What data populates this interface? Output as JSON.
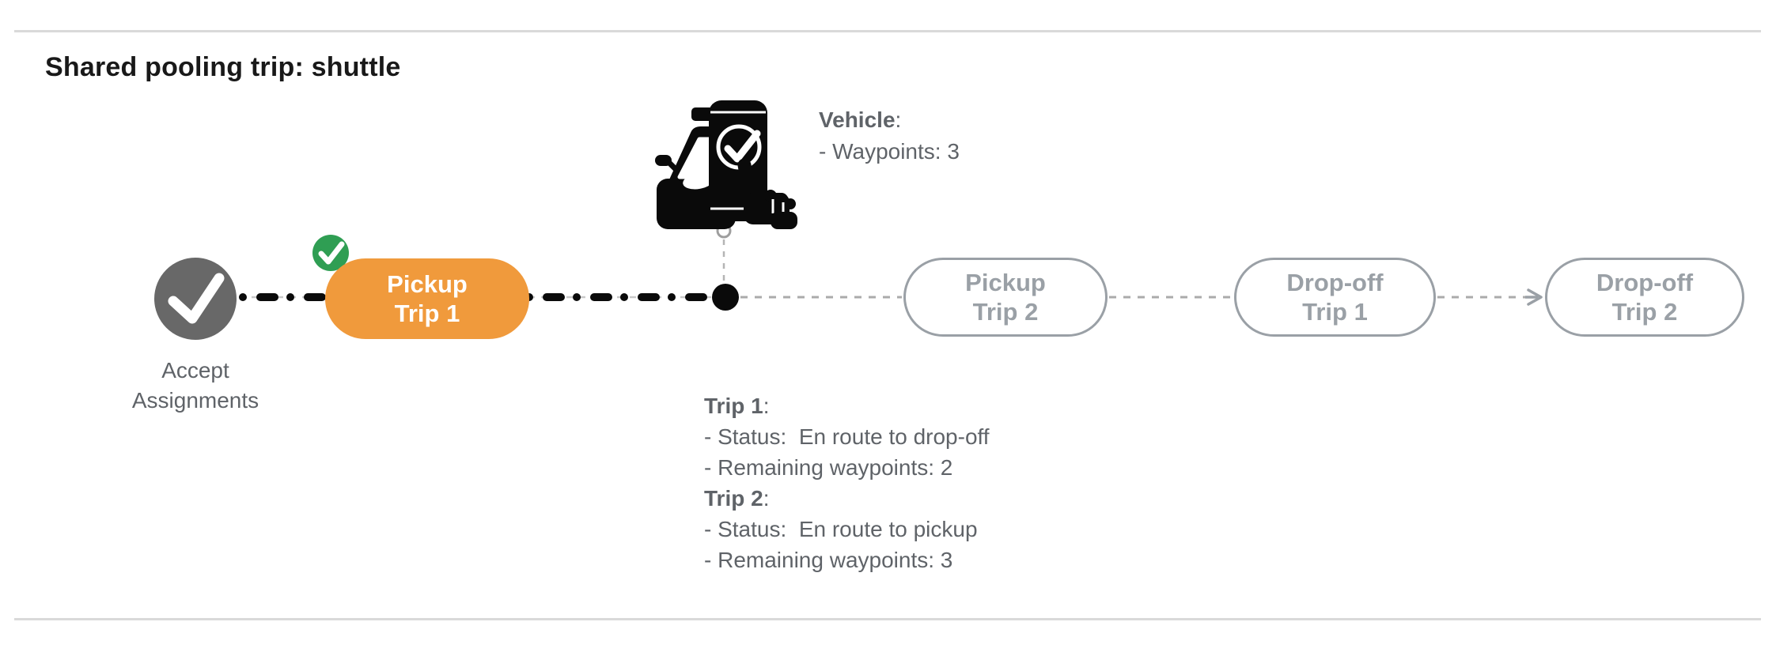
{
  "header": {
    "title": "Shared pooling trip: shuttle"
  },
  "timeline": {
    "accept_node": {
      "label_line1": "Accept",
      "label_line2": "Assignments",
      "icon": "check-circle-icon",
      "state": "completed"
    },
    "current_position": {
      "icon": "vehicle-phone-check-icon",
      "marker": "current-position-dot"
    },
    "stops": [
      {
        "id": "pickup-trip-1",
        "label_line1": "Pickup",
        "label_line2": "Trip 1",
        "state": "active",
        "badge_icon": "green-check-badge-icon"
      },
      {
        "id": "pickup-trip-2",
        "label_line1": "Pickup",
        "label_line2": "Trip 2",
        "state": "upcoming"
      },
      {
        "id": "dropoff-trip-1",
        "label_line1": "Drop-off",
        "label_line2": "Trip 1",
        "state": "upcoming"
      },
      {
        "id": "dropoff-trip-2",
        "label_line1": "Drop-off",
        "label_line2": "Trip 2",
        "state": "upcoming"
      }
    ]
  },
  "vehicle_panel": {
    "title": "Vehicle",
    "colon": ":",
    "lines": [
      "- Waypoints: 3"
    ]
  },
  "trips_panel": {
    "sections": [
      {
        "title": "Trip 1",
        "colon": ":",
        "lines": [
          "- Status:  En route to drop-off",
          "- Remaining waypoints: 2"
        ]
      },
      {
        "title": "Trip 2",
        "colon": ":",
        "lines": [
          "- Status:  En route to pickup",
          "- Remaining waypoints: 3"
        ]
      }
    ]
  },
  "colors": {
    "accent_orange": "#f09a3c",
    "success_green": "#2f9e53",
    "completed_node_gray": "#686868",
    "pill_outline_gray": "#9aa0a6",
    "body_text_gray": "#5f6368",
    "route_black": "#0a0a0a",
    "divider_gray": "#d9d9d9"
  }
}
